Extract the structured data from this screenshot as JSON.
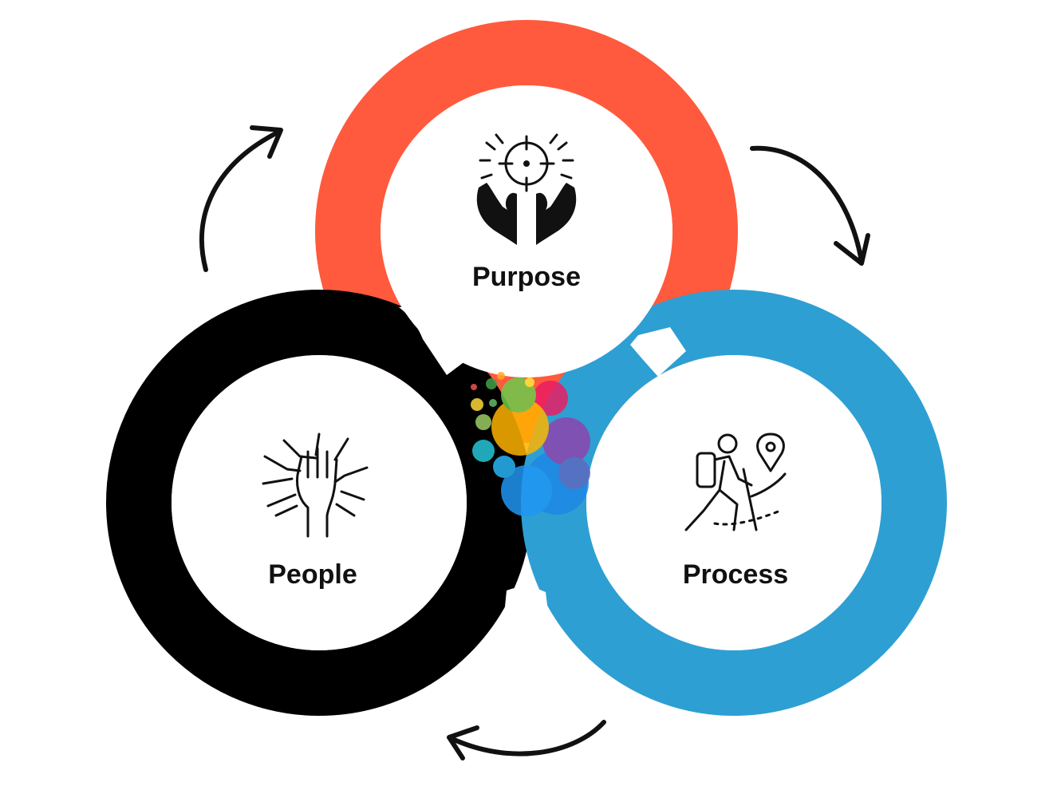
{
  "diagram": {
    "nodes": [
      {
        "id": "purpose",
        "label": "Purpose",
        "icon": "hands-target-icon",
        "color": "#FF5A3D"
      },
      {
        "id": "people",
        "label": "People",
        "icon": "stacked-hands-icon",
        "color": "#000000"
      },
      {
        "id": "process",
        "label": "Process",
        "icon": "hiker-location-icon",
        "color": "#2E9FD3"
      }
    ],
    "center": {
      "icon": "colorful-head-icon"
    },
    "edges": [
      {
        "from": "people",
        "to": "purpose",
        "style": "curved-arrow"
      },
      {
        "from": "purpose",
        "to": "process",
        "style": "curved-arrow"
      },
      {
        "from": "process",
        "to": "people",
        "style": "curved-arrow"
      }
    ]
  }
}
